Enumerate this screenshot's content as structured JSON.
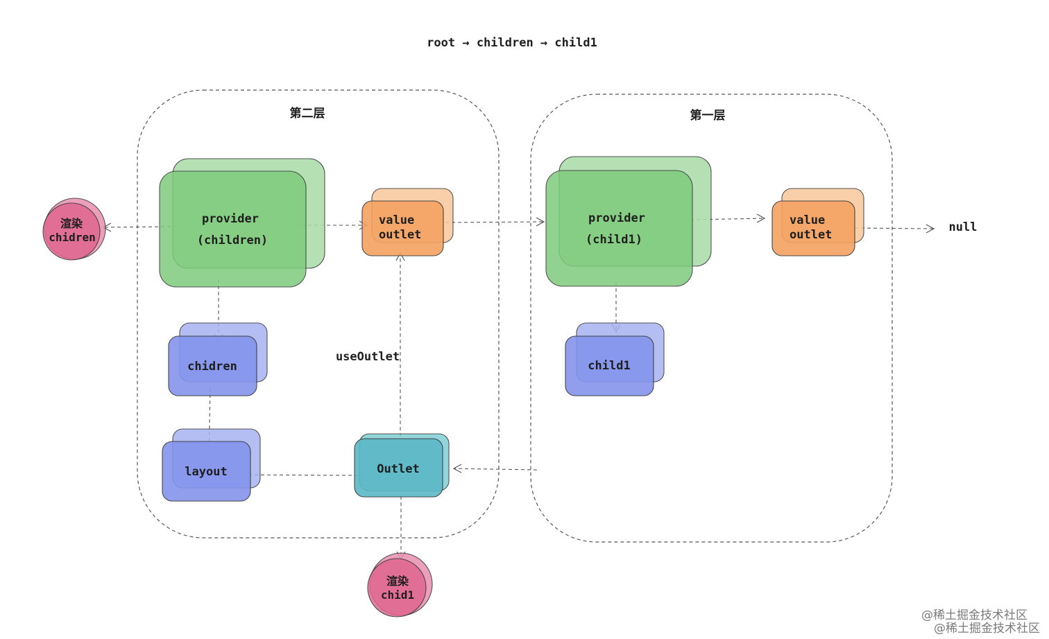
{
  "path_title": "root → children → child1",
  "layers": {
    "second": {
      "title": "第二层",
      "provider_label_line1": "provider",
      "provider_label_line2": "(children)",
      "value_line1": "value",
      "value_line2": "outlet",
      "children_label": "chidren",
      "layout_label": "layout",
      "outlet_label": "Outlet"
    },
    "first": {
      "title": "第一层",
      "provider_label_line1": "provider",
      "provider_label_line2": "(child1)",
      "value_line1": "value",
      "value_line2": "outlet",
      "child_label": "child1"
    }
  },
  "render_children": {
    "line1": "渲染",
    "line2": "chidren"
  },
  "render_child1": {
    "line1": "渲染",
    "line2": "chid1"
  },
  "use_outlet_label": "useOutlet",
  "null_label": "null",
  "watermark": "@稀土掘金技术社区",
  "colors": {
    "green": "#7fcb7d",
    "orange": "#f4a361",
    "blue": "#8494ec",
    "teal": "#5bb8c6",
    "pink": "#e0678f"
  }
}
